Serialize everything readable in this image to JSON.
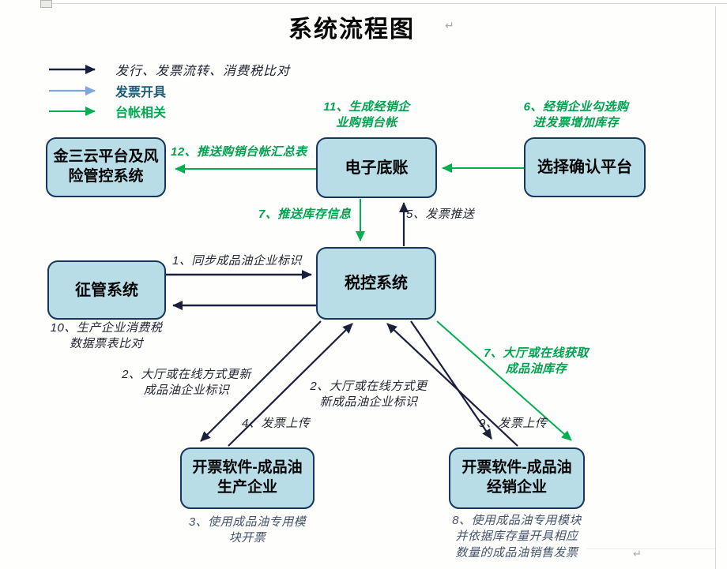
{
  "page": {
    "title": "系统流程图",
    "return_mark": "↵"
  },
  "legend": {
    "items": [
      {
        "name": "issue-flow",
        "label": "发行、发票流转、消费税比对",
        "arrow_color": "#1a1f3c"
      },
      {
        "name": "invoice-issuing",
        "label": "发票开具",
        "arrow_color": "#7fa7d9"
      },
      {
        "name": "ledger-related",
        "label": "台帐相关",
        "arrow_color": "#00b050"
      }
    ]
  },
  "nodes": {
    "jinsanyun": {
      "label": "金三云平台及风险管控系统"
    },
    "dianzidizhang": {
      "label": "电子底账"
    },
    "xuanzequeren": {
      "label": "选择确认平台"
    },
    "zhengguan": {
      "label": "征管系统"
    },
    "shuikong": {
      "label": "税控系统"
    },
    "kaipiao_shengchan": {
      "label": "开票软件-成品油生产企业"
    },
    "kaipiao_jingxiao": {
      "label": "开票软件-成品油经销企业"
    }
  },
  "edge_labels": {
    "e12": {
      "label": "12、推送购销台帐汇总表"
    },
    "e11": {
      "label": "11、生成经销企业购销台帐"
    },
    "e6": {
      "label": "6、经销企业勾选购进发票增加库存"
    },
    "e5": {
      "label": "5、发票推送"
    },
    "e7a": {
      "label": "7、推送库存信息"
    },
    "e1": {
      "label": "1、同步成品油企业标识"
    },
    "e10": {
      "label": "10、生产企业消费税数据票表比对"
    },
    "e2a": {
      "label": "2、大厅或在线方式更新成品油企业标识"
    },
    "e4": {
      "label": "4、发票上传"
    },
    "e2b": {
      "label": "2、大厅或在线方式更新成品油企业标识"
    },
    "e9": {
      "label": "9、发票上传"
    },
    "e7b": {
      "label": "7、大厅或在线获取成品油库存"
    },
    "e3": {
      "label": "3、使用成品油专用模块开票"
    },
    "e8": {
      "label": "8、使用成品油专用模块并依据库存量开具相应数量的成品油销售发票"
    }
  },
  "colors": {
    "box_fill": "#b9dde7",
    "box_border": "#17365d",
    "green_arrow": "#00b050",
    "black_arrow": "#1a1f3c",
    "blue_arrow": "#7fa7d9",
    "muted_label": "#44546a"
  }
}
